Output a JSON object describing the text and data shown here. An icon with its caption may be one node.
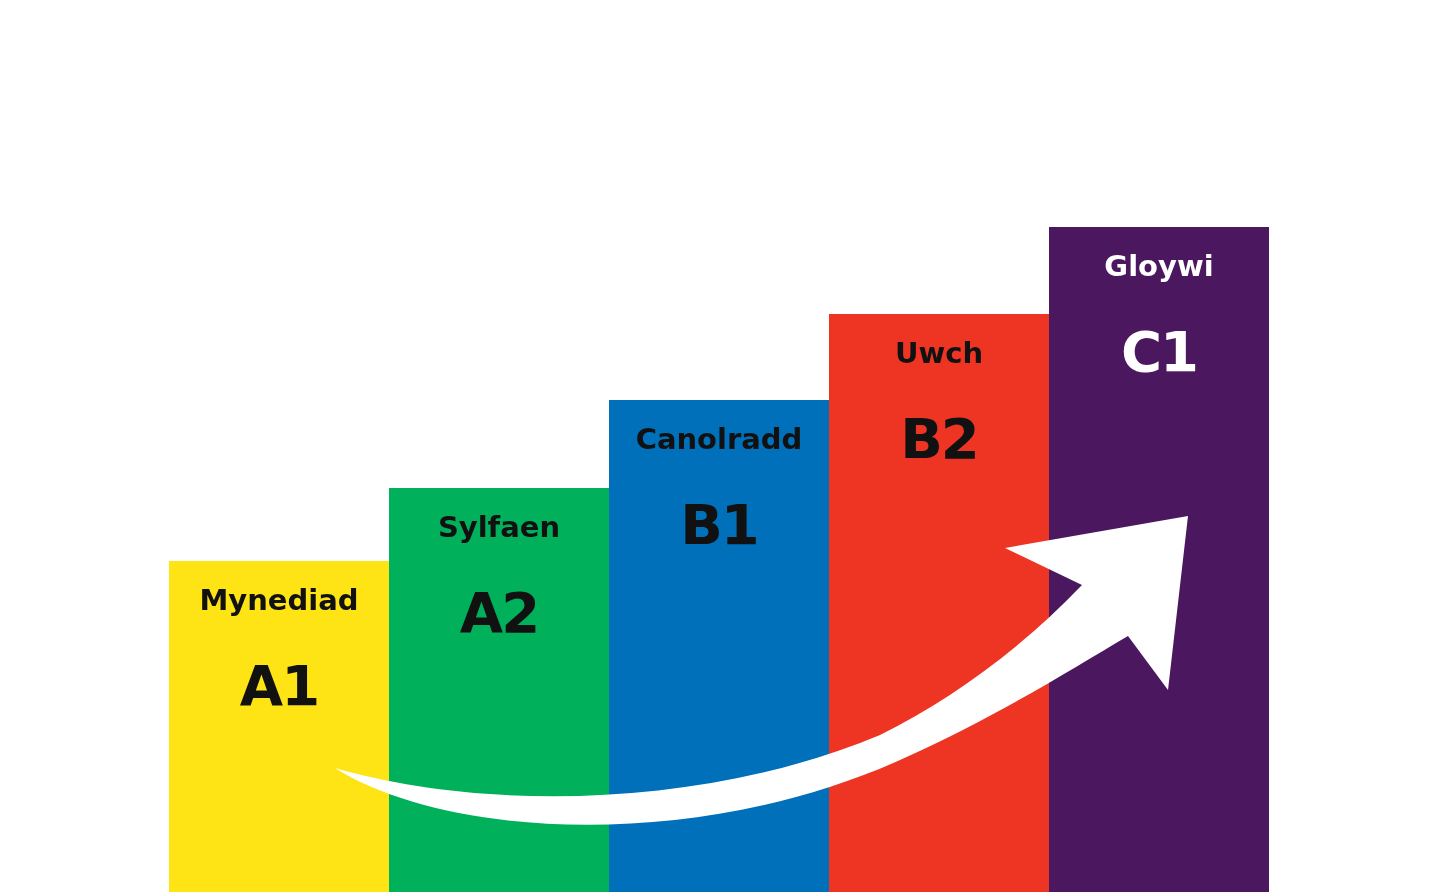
{
  "diagram": {
    "nodes": [
      {
        "text": [
          "Mynediad",
          "A1"
        ]
      },
      {
        "text": [
          "Sylfaen",
          "A2"
        ]
      },
      {
        "text": [
          "Canolradd",
          "B1"
        ]
      },
      {
        "text": [
          "Uwch",
          "B2"
        ]
      },
      {
        "text": [
          "Gloywi",
          "C1"
        ]
      }
    ]
  }
}
